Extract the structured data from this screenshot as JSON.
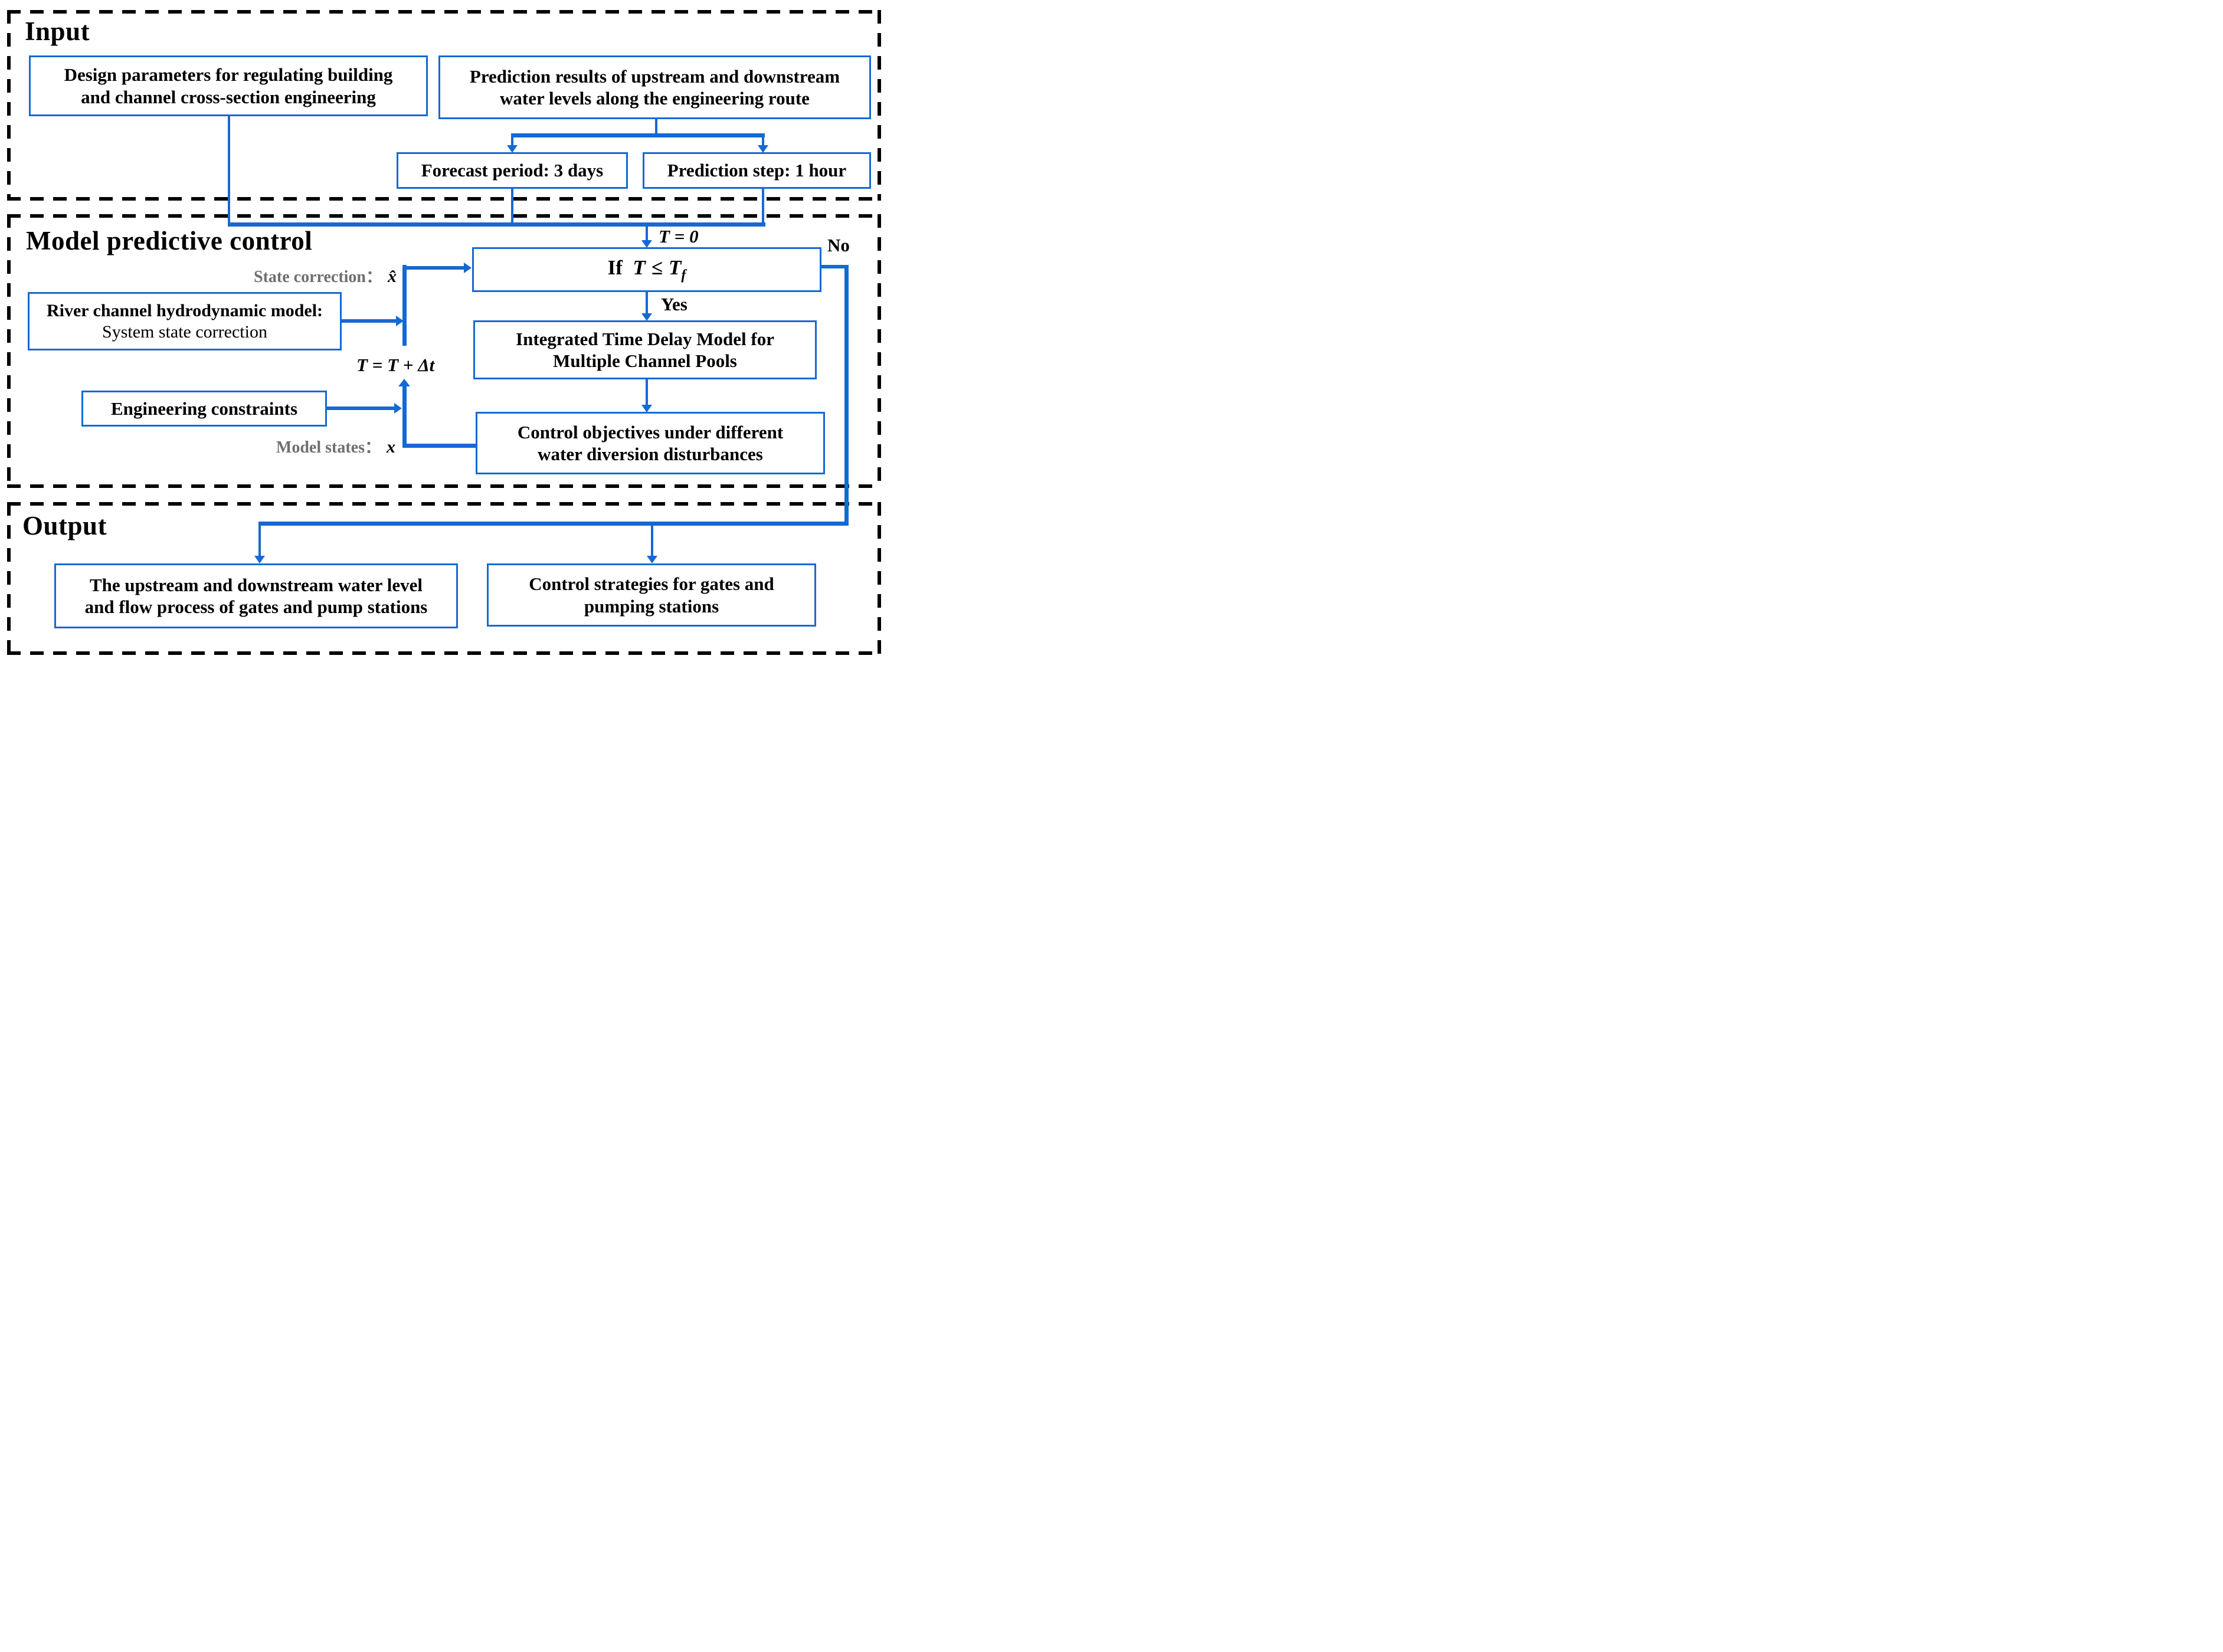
{
  "sections": {
    "input": {
      "title": "Input"
    },
    "mpc": {
      "title": "Model predictive control"
    },
    "output": {
      "title": "Output"
    }
  },
  "boxes": {
    "design": {
      "line1": "Design parameters for regulating building",
      "line2": "and channel cross-section engineering"
    },
    "prediction": {
      "line1": "Prediction results of upstream and downstream",
      "line2": "water levels along the engineering route"
    },
    "forecast": {
      "text": "Forecast period: 3 days"
    },
    "step": {
      "text": "Prediction step: 1 hour"
    },
    "if_box": {
      "prefix": "If",
      "lhs": "T",
      "op": "≤",
      "rhs": "T",
      "sub": "f"
    },
    "integrated": {
      "line1": "Integrated Time Delay Model for",
      "line2": "Multiple Channel Pools"
    },
    "river": {
      "line1": "River channel hydrodynamic model:",
      "line2": "System state correction"
    },
    "constraints": {
      "text": "Engineering constraints"
    },
    "objectives": {
      "line1": "Control objectives under different",
      "line2": "water diversion disturbances"
    },
    "output_left": {
      "line1": "The upstream and downstream water level",
      "line2": "and flow process of gates and pump stations"
    },
    "output_right": {
      "line1": "Control strategies for gates and",
      "line2": "pumping stations"
    }
  },
  "labels": {
    "t_init": "T = 0",
    "no": "No",
    "yes": "Yes",
    "state_correction": "State correction：",
    "state_symbol": "x̂",
    "t_update": "T = T + Δt",
    "model_states": "Model states：",
    "model_symbol": "x"
  },
  "colors": {
    "accent": "#1569D2",
    "border_dash": "#000000",
    "label_gray": "#6F6F6F",
    "text": "#000000"
  }
}
